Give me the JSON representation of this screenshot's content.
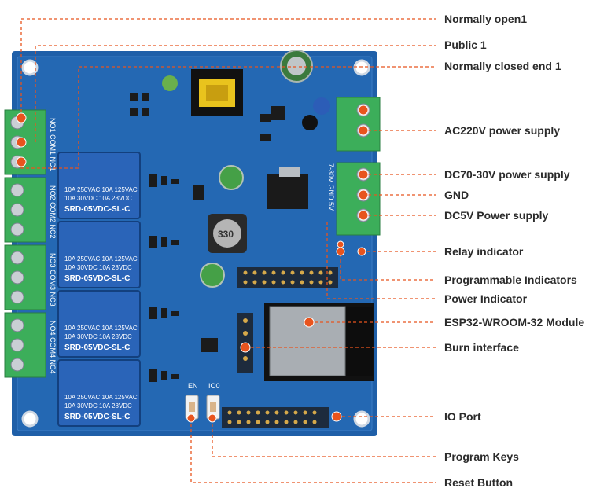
{
  "labels": {
    "normally_open1": "Normally  open1",
    "public1": "Public 1",
    "normally_closed1": "Normally closed end 1",
    "ac220": "AC220V power supply",
    "dc70_30": "DC70-30V power supply",
    "gnd": "GND",
    "dc5v": "DC5V Power supply",
    "relay_indicator": "Relay indicator",
    "programmable_indicators": "Programmable Indicators",
    "power_indicator": "Power Indicator",
    "esp32_module": "ESP32-WROOM-32 Module",
    "burn_interface": "Burn interface",
    "io_port": "IO Port",
    "program_keys": "Program Keys",
    "reset_button": "Reset Button"
  },
  "relay": {
    "line1": "10A 250VAC  10A 125VAC",
    "line2": "10A  30VDC  10A  28VDC",
    "model": "SRD-05VDC-SL-C"
  },
  "silkscreen": {
    "terminal1": "NO1 COM1 NC1",
    "terminal2": "NO2 COM2 NC2",
    "terminal3": "NO3 COM3 NC3",
    "terminal4": "NO4 COM4 NC4",
    "power_terminal": "7-30V GND 5V",
    "inductor": "330",
    "en": "EN",
    "io0": "IO0"
  },
  "colors": {
    "board": "#1f5fa8",
    "terminal": "#3cae5a",
    "callout": "#e8541e",
    "relay": "#2a64b8"
  }
}
